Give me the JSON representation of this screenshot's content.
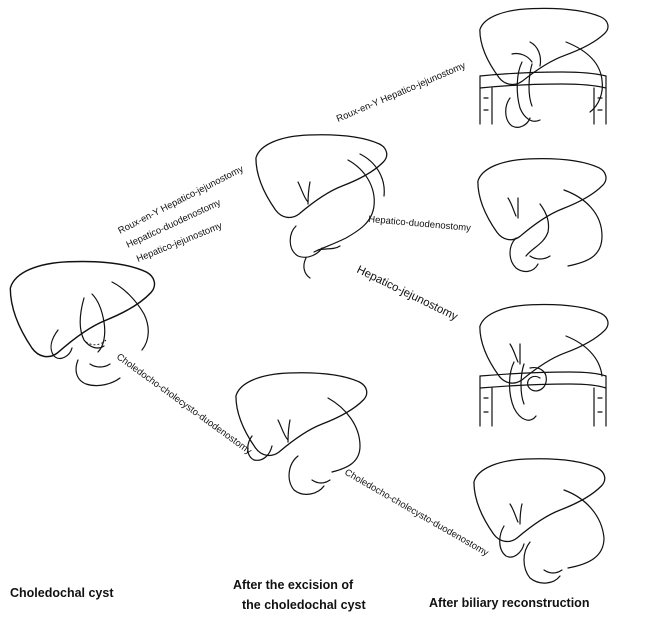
{
  "procedure_labels": {
    "top_left_1": "Roux-en-Y Hepatico-jejunostomy",
    "top_left_2": "Hepatico-duodenostomy",
    "top_left_3": "Hepatico-jejunostomy",
    "top_right_1": "Roux-en-Y Hepatico-jejunostomy",
    "mid_right_2": "Hepatico-duodenostomy",
    "mid_right_3": "Hepatico-jejunostomy",
    "bottom_left": "Choledocho-cholecysto-duodenostomy",
    "bottom_right": "Choledocho-cholecysto-duodenostomy"
  },
  "captions": {
    "cyst": "Choledochal cyst",
    "excision_line1": "After the excision of",
    "excision_line2": "the choledochal cyst",
    "reconstruction": "After biliary reconstruction"
  }
}
